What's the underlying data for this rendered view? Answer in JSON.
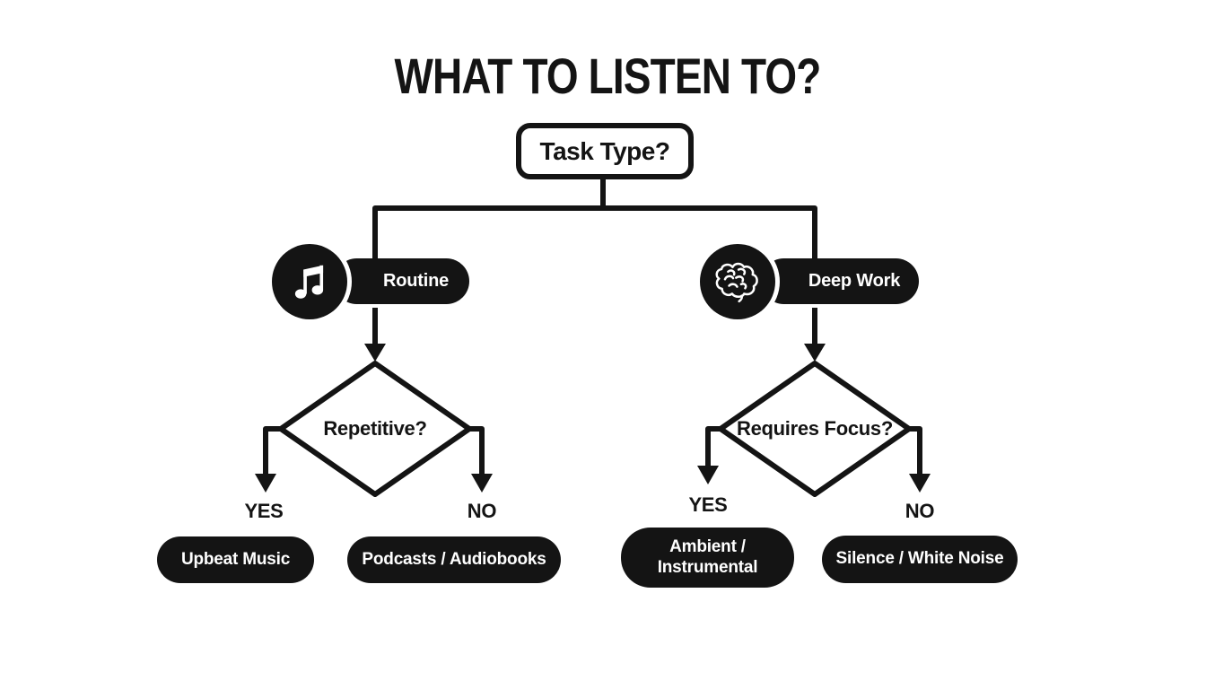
{
  "title": "WHAT TO LISTEN TO?",
  "root_label": "Task Type?",
  "colors": {
    "ink": "#141414",
    "background": "#ffffff",
    "node_fill": "#141414",
    "node_text": "#ffffff"
  },
  "branches": [
    {
      "label": "Routine",
      "icon": "music-note-icon",
      "decision": "Repetitive?",
      "outcomes": [
        {
          "answer": "YES",
          "result": "Upbeat Music"
        },
        {
          "answer": "NO",
          "result": "Podcasts / Audiobooks"
        }
      ]
    },
    {
      "label": "Deep Work",
      "icon": "brain-icon",
      "decision": "Requires Focus?",
      "outcomes": [
        {
          "answer": "YES",
          "result": "Ambient / Instrumental"
        },
        {
          "answer": "NO",
          "result": "Silence / White Noise"
        }
      ]
    }
  ]
}
